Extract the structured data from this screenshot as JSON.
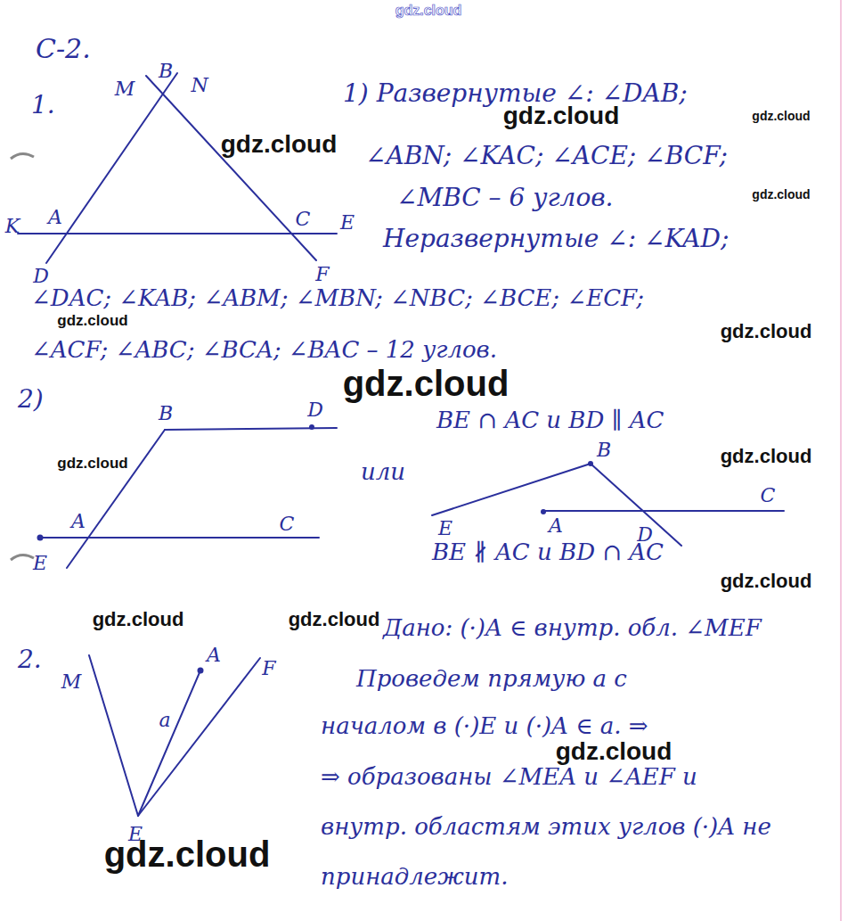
{
  "diagram": {
    "labels": [
      "С-2.",
      "1.",
      "M",
      "B",
      "N",
      "K",
      "A",
      "C",
      "E",
      "D",
      "F",
      "1) Развернутые ∠: ∠DAB;",
      "∠ABN; ∠KAC; ∠ACE; ∠BCF;",
      "∠MBC – 6 углов.",
      "Неразвернутые ∠: ∠KAD;",
      "∠DAC; ∠KAB; ∠ABM; ∠MBN; ∠NBC; ∠BCE; ∠ECF;",
      "∠ACF; ∠ABC; ∠BCA; ∠BAC – 12 углов.",
      "2)",
      "B",
      "D",
      "A",
      "C",
      "E",
      "BE ∩ AC и BD ∥ AC",
      "или",
      "B",
      "E",
      "A",
      "C",
      "D",
      "BE ∦ AC и BD ∩ AC",
      "2.",
      "M",
      "A",
      "F",
      "a",
      "E",
      "Дано: (·)A ∈ внутр. обл. ∠MEF",
      "Проведем прямую a с",
      "началом в (·)E и (·)A ∈ a. ⇒",
      "⇒ образованы ∠MEA и ∠AEF и",
      "внутр. областям этих углов (·)A не",
      "принадлежит.",
      "gdz.cloud",
      "gdz.cloud",
      "gdz.cloud",
      "gdz.cloud",
      "gdz.cloud",
      "gdz.cloud",
      "gdz.cloud",
      "gdz.cloud",
      "gdz.cloud",
      "gdz.cloud",
      "gdz.cloud",
      "gdz.cloud",
      "gdz.cloud",
      "gdz.cloud",
      "gdz.cloud"
    ]
  }
}
